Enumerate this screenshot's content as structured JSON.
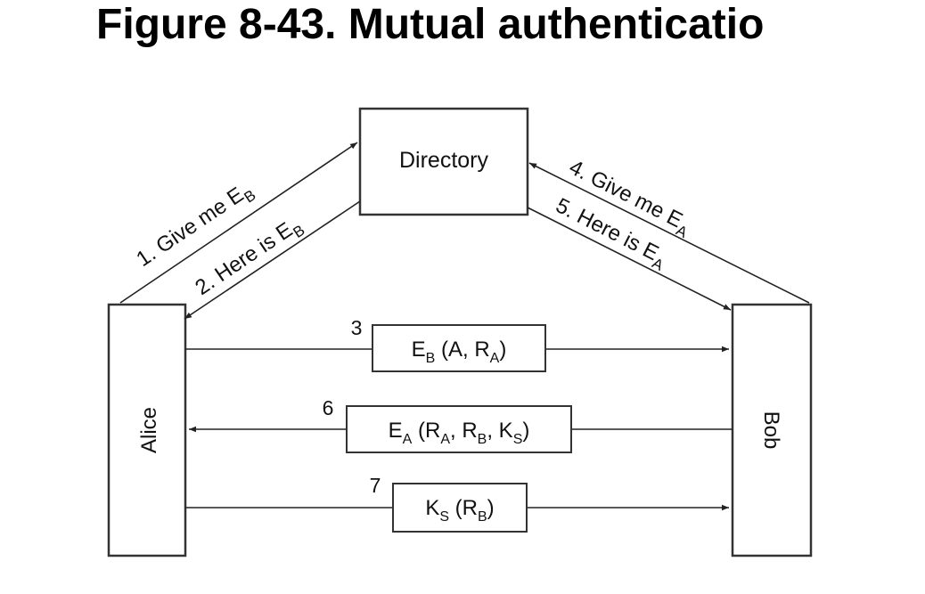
{
  "title": "Figure 8-43. Mutual authenticatio",
  "nodes": {
    "directory": "Directory",
    "alice": "Alice",
    "bob": "Bob"
  },
  "messages": [
    {
      "label": "1. Give me E",
      "sub": "B"
    },
    {
      "label": "2. Here is E",
      "sub": "B"
    },
    {
      "number": "3",
      "parts": [
        {
          "t": "E"
        },
        {
          "t": "B",
          "sub": true
        },
        {
          "t": " (A, R"
        },
        {
          "t": "A",
          "sub": true
        },
        {
          "t": ")"
        }
      ]
    },
    {
      "label": "4. Give me E",
      "sub": "A"
    },
    {
      "label": "5. Here is E",
      "sub": "A"
    },
    {
      "number": "6",
      "parts": [
        {
          "t": "E"
        },
        {
          "t": "A",
          "sub": true
        },
        {
          "t": " (R"
        },
        {
          "t": "A",
          "sub": true
        },
        {
          "t": ", R"
        },
        {
          "t": "B",
          "sub": true
        },
        {
          "t": ", K"
        },
        {
          "t": "S",
          "sub": true
        },
        {
          "t": ")"
        }
      ]
    },
    {
      "number": "7",
      "parts": [
        {
          "t": "K"
        },
        {
          "t": "S",
          "sub": true
        },
        {
          "t": " (R"
        },
        {
          "t": "B",
          "sub": true
        },
        {
          "t": ")"
        }
      ]
    }
  ]
}
